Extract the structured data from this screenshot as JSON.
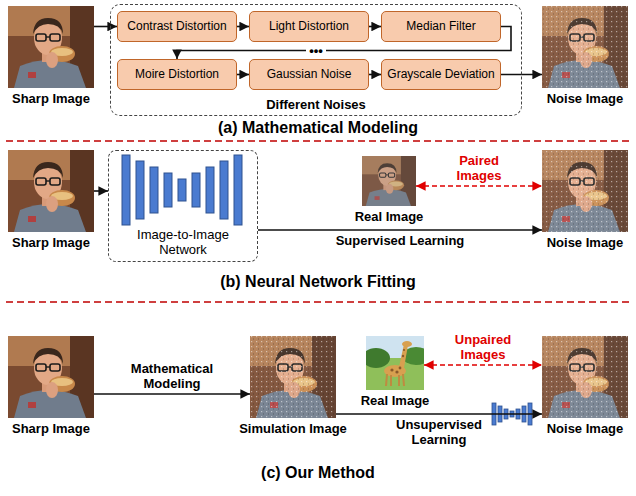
{
  "diagram": {
    "nodes": [
      {
        "text": [
          "Sharp Image"
        ]
      },
      {
        "text": [
          "Different Noises"
        ]
      },
      {
        "text": [
          "Contrast Distortion"
        ],
        "in": 1
      },
      {
        "text": [
          "Light Distortion"
        ],
        "in": 1
      },
      {
        "text": [
          "Median Filter"
        ],
        "in": 1
      },
      {
        "text": [
          "Moire Distortion"
        ],
        "in": 1
      },
      {
        "text": [
          "Gaussian Noise"
        ],
        "in": 1
      },
      {
        "text": [
          "Grayscale Deviation"
        ],
        "in": 1
      },
      {
        "text": [
          "Noise Image"
        ]
      },
      {
        "text": [
          "Sharp Image"
        ]
      },
      {
        "text": [
          "Image-to-Image Network"
        ]
      },
      {
        "text": [
          "Real Image"
        ]
      },
      {
        "text": [
          "Noise Image"
        ]
      },
      {
        "text": [
          "Sharp Image"
        ]
      },
      {
        "text": [
          "Simulation Image"
        ]
      },
      {
        "text": [
          "Real Image"
        ]
      },
      {
        "text": [
          "Noise Image"
        ]
      }
    ],
    "edges": [
      {
        "from": 0,
        "to": 2,
        "arrow": "to"
      },
      {
        "from": 2,
        "to": 3,
        "arrow": "to"
      },
      {
        "from": 3,
        "to": 4,
        "arrow": "to"
      },
      {
        "from": 4,
        "to": 5,
        "label": "•••",
        "arrow": "to"
      },
      {
        "from": 5,
        "to": 6,
        "arrow": "to"
      },
      {
        "from": 6,
        "to": 7,
        "arrow": "to"
      },
      {
        "from": 7,
        "to": 8,
        "arrow": "to"
      },
      {
        "from": 9,
        "to": 10,
        "arrow": "to"
      },
      {
        "from": 10,
        "to": 12,
        "label": "Supervised Learning",
        "arrow": "to"
      },
      {
        "from": 11,
        "to": 12,
        "label": "Paired Images",
        "arrow": "both"
      },
      {
        "from": 13,
        "to": 14,
        "label": "Mathematical Modeling",
        "arrow": "to"
      },
      {
        "from": 14,
        "to": 16,
        "label": "Unsupervised Learning",
        "arrow": "to"
      },
      {
        "from": 15,
        "to": 16,
        "label": "Unpaired Images",
        "arrow": "both"
      }
    ],
    "labels": [
      "(a) Mathematical Modeling",
      "(b) Neural Network Fitting",
      "(c) Our Method"
    ]
  }
}
